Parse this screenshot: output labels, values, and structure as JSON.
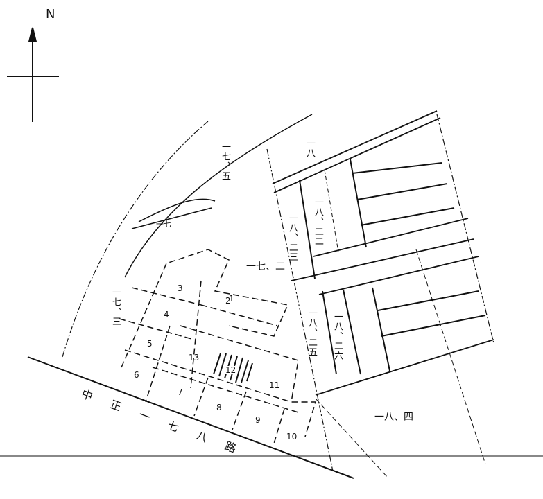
{
  "north_label": "N",
  "parcels": {
    "p18": "一八",
    "p18_22": "一八、二二",
    "p18_23": "一八、二三",
    "p18_25": "一八、二五",
    "p18_26": "一八、二六",
    "p18_4": "一八、四",
    "p17_5": "一七、五",
    "p17_3": "一七、三",
    "p17_2": "一七、二",
    "p17_upper": "一七",
    "road_name": "中正一七八路"
  },
  "lots": [
    "1",
    "2",
    "3",
    "4",
    "5",
    "6",
    "7",
    "8",
    "9",
    "10",
    "11",
    "12",
    "13"
  ],
  "colors": {
    "ink": "#111111",
    "paper": "#ffffff"
  }
}
